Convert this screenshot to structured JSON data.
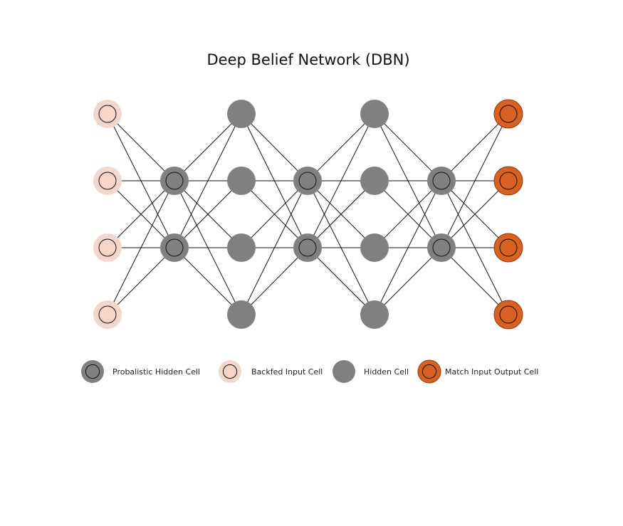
{
  "title": "Deep Belief Network (DBN)",
  "colors": {
    "probabilistic_hidden": "#808080",
    "backfed_input_fill": "#f8d5c7",
    "backfed_input_ring": "#f4d7cc",
    "hidden": "#808080",
    "match_output": "#d86020",
    "edge": "#111111"
  },
  "layers": [
    {
      "name": "input",
      "cell_type": "backfed-input",
      "count": 4
    },
    {
      "name": "hidden-probabilistic-1",
      "cell_type": "probabilistic-hidden",
      "count": 2
    },
    {
      "name": "hidden-1",
      "cell_type": "hidden",
      "count": 4
    },
    {
      "name": "hidden-probabilistic-2",
      "cell_type": "probabilistic-hidden",
      "count": 2
    },
    {
      "name": "hidden-2",
      "cell_type": "hidden",
      "count": 4
    },
    {
      "name": "hidden-probabilistic-3",
      "cell_type": "probabilistic-hidden",
      "count": 2
    },
    {
      "name": "output",
      "cell_type": "match-input-output",
      "count": 4
    }
  ],
  "connectivity": "fully-connected-between-adjacent-layers",
  "legend": [
    {
      "cell_type": "probabilistic-hidden",
      "label": "Probalistic Hidden Cell"
    },
    {
      "cell_type": "backfed-input",
      "label": "Backfed Input Cell"
    },
    {
      "cell_type": "hidden",
      "label": "Hidden Cell"
    },
    {
      "cell_type": "match-input-output",
      "label": "Match Input Output Cell"
    }
  ]
}
